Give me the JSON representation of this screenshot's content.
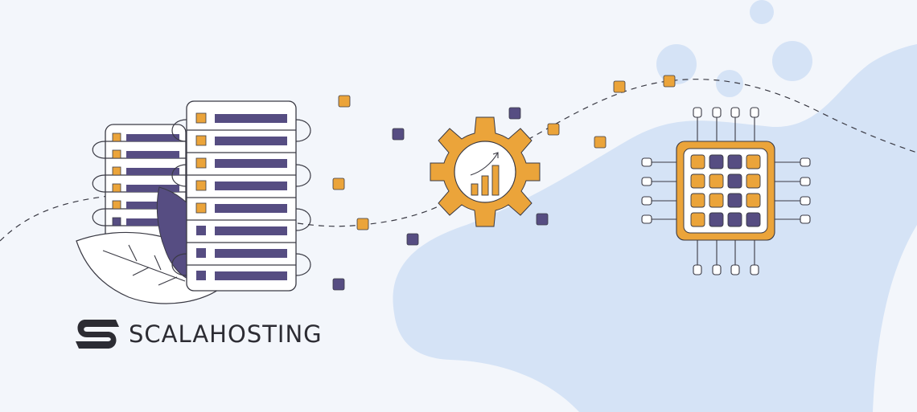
{
  "brand": {
    "name": "SCALAHOSTING",
    "logo_icon": "scalahosting-s-logo-icon"
  },
  "illustration": {
    "theme": "hosting-server-to-gear-to-cpu",
    "elements": [
      "server-rack-back",
      "server-rack-front",
      "leaf-white",
      "leaf-purple",
      "gear-with-growth-chart",
      "cpu-chip",
      "floating-squares",
      "dashed-path",
      "background-blob",
      "bubbles"
    ],
    "cpu_grid": [
      [
        "orange",
        "purple",
        "purple",
        "orange"
      ],
      [
        "orange",
        "orange",
        "purple",
        "orange"
      ],
      [
        "orange",
        "orange",
        "purple",
        "orange"
      ],
      [
        "orange",
        "purple",
        "purple",
        "purple"
      ]
    ],
    "front_rack_indicators": [
      "orange",
      "orange",
      "orange",
      "orange",
      "orange",
      "purple",
      "purple",
      "purple"
    ],
    "back_rack_indicators": [
      "orange",
      "orange",
      "orange",
      "orange",
      "orange",
      "purple"
    ]
  },
  "colors": {
    "background": "#f3f6fb",
    "blob": "#d5e3f6",
    "orange": "#eba43a",
    "purple": "#564d82",
    "outline": "#3a3a44",
    "white": "#ffffff",
    "text": "#2c2c33"
  }
}
